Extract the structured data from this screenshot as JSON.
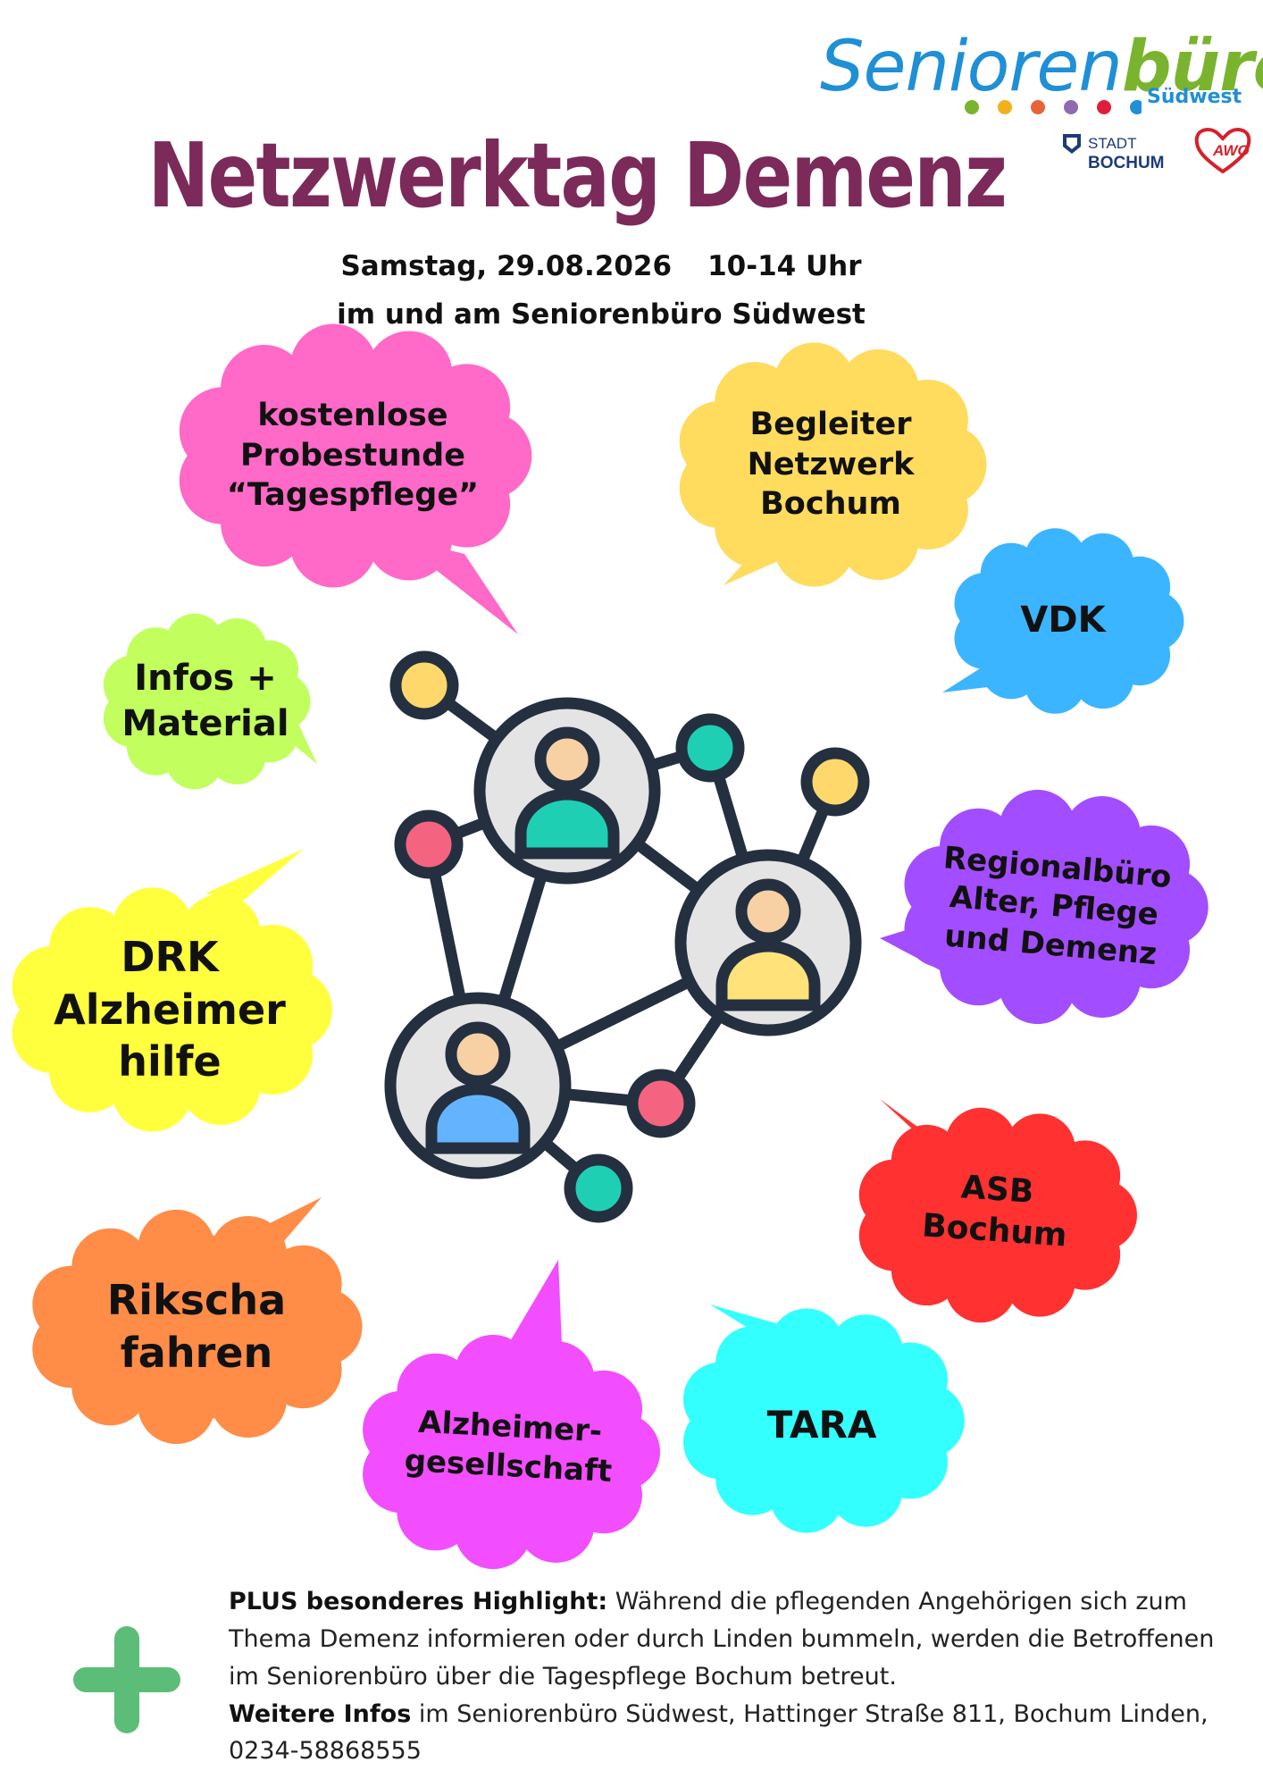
{
  "header": {
    "logo_name_part1": "Senioren",
    "logo_name_part2": "büro",
    "logo_subtitle": "Südwest",
    "logo_dot_colors": [
      "#7ab42e",
      "#f2b01e",
      "#e8633a",
      "#8e6bb0",
      "#e01e3c",
      "#1f8fd6"
    ],
    "partner_stadt_line1": "STADT",
    "partner_stadt_line2": "BOCHUM",
    "partner_awo": "AWO"
  },
  "title": "Netzwerktag Demenz",
  "event": {
    "date": "Samstag, 29.08.2026",
    "time": "10-14 Uhr",
    "venue": "im und am Seniorenbüro Südwest"
  },
  "bubbles": [
    {
      "id": "tagespflege",
      "lines": [
        "kostenlose",
        "Probestunde",
        "“Tagespflege”"
      ],
      "color": "#ff69c7"
    },
    {
      "id": "begleiter",
      "lines": [
        "Begleiter",
        "Netzwerk",
        "Bochum"
      ],
      "color": "#ffdb5e"
    },
    {
      "id": "vdk",
      "lines": [
        "VDK"
      ],
      "color": "#3bb5ff"
    },
    {
      "id": "infos",
      "lines": [
        "Infos +",
        "Material"
      ],
      "color": "#c2ff5e"
    },
    {
      "id": "regionalbuero",
      "lines": [
        "Regionalbüro",
        "Alter, Pflege",
        "und Demenz"
      ],
      "color": "#a24dff"
    },
    {
      "id": "drk",
      "lines": [
        "DRK",
        "Alzheimer",
        "hilfe"
      ],
      "color": "#ffff3d"
    },
    {
      "id": "asb",
      "lines": [
        "ASB",
        "Bochum"
      ],
      "color": "#ff3131"
    },
    {
      "id": "riksch",
      "lines": [
        "Rikscha",
        "fahren"
      ],
      "color": "#ff8c47"
    },
    {
      "id": "alzheimerges",
      "lines": [
        "Alzheimer-",
        "gesellschaft"
      ],
      "color": "#f24dff"
    },
    {
      "id": "tara",
      "lines": [
        "TARA"
      ],
      "color": "#33ffff"
    }
  ],
  "network": {
    "line_color": "#243040",
    "node_yellow": "#ffd86b",
    "node_teal": "#1fcfb4",
    "node_pink": "#f46480",
    "person_fill": "#e4e4e4",
    "face": "#f7d1a4",
    "body_teal": "#1fcfb4",
    "body_yellow": "#ffe27a",
    "body_blue": "#63b3ff"
  },
  "footer": {
    "highlight_label": "PLUS besonderes Highlight:",
    "highlight_text": " Während die pflegenden Angehörigen sich zum Thema Demenz informieren oder durch Linden bummeln, werden die Betroffenen im Seniorenbüro über die Tagespflege Bochum betreut.",
    "info_label": "Weitere Infos",
    "info_text": " im Seniorenbüro Südwest, Hattinger Straße 811, Bochum Linden, 0234-58868555",
    "plus_color": "#5cbd78"
  }
}
